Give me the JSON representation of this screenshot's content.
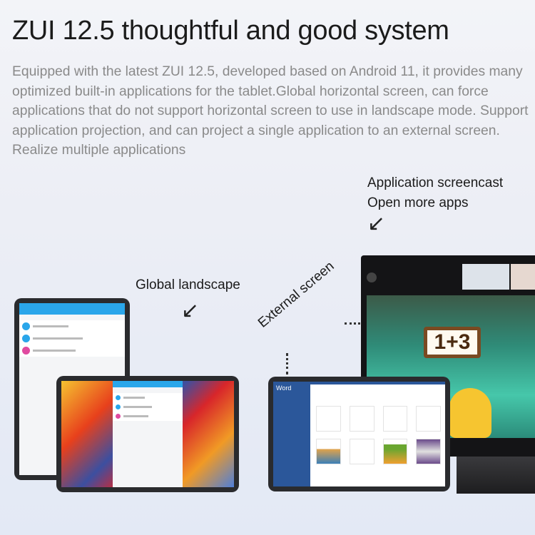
{
  "header": {
    "title": "ZUI 12.5 thoughtful and good system",
    "description": "Equipped with the latest ZUI 12.5, developed based on Android 11, it provides many optimized built-in applications for the tablet.Global horizontal screen, can force applications that do not support horizontal screen to use in landscape mode. Support application projection, and can project a single application to an external screen. Realize multiple applications"
  },
  "labels": {
    "screencast_line1": "Application screencast",
    "screencast_line2": "Open more apps",
    "global_landscape": "Global landscape",
    "external_screen": "External screen"
  },
  "devices": {
    "monitor_game_sign": "1+3",
    "word_app_name": "Word"
  },
  "colors": {
    "accent_blue": "#2aa6ea",
    "word_blue": "#2b579a"
  }
}
